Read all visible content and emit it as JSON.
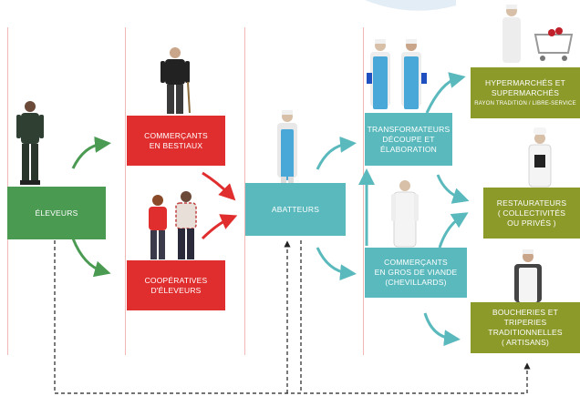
{
  "boxes": {
    "eleveurs": "ÉLEVEURS",
    "commercants_bestiaux": "COMMERÇANTS\nEN BESTIAUX",
    "cooperatives": "COOPÉRATIVES\nD'ÉLEVEURS",
    "abatteurs": "ABATTEURS",
    "transformateurs": "TRANSFORMATEURS\nDÉCOUPE ET\nÉLABORATION",
    "commercants_gros": "COMMERÇANTS\nEN GROS DE VIANDE\n(CHEVILLARDS)",
    "hypermarches": "HYPERMARCHÉS ET\nSUPERMARCHÉS",
    "hypermarches_sub": "RAYON TRADITION / LIBRE-SERVICE",
    "restaurateurs": "RESTAURATEURS\n( COLLECTIVITÉS\nOU PRIVÉS )",
    "boucheries": "BOUCHERIES ET TRIPERIES\nTRADITIONNELLES\n( ARTISANS)"
  },
  "colors": {
    "green": "#4a9a52",
    "red": "#e02e2e",
    "teal": "#5ab9bd",
    "olive": "#8c9a2a"
  }
}
